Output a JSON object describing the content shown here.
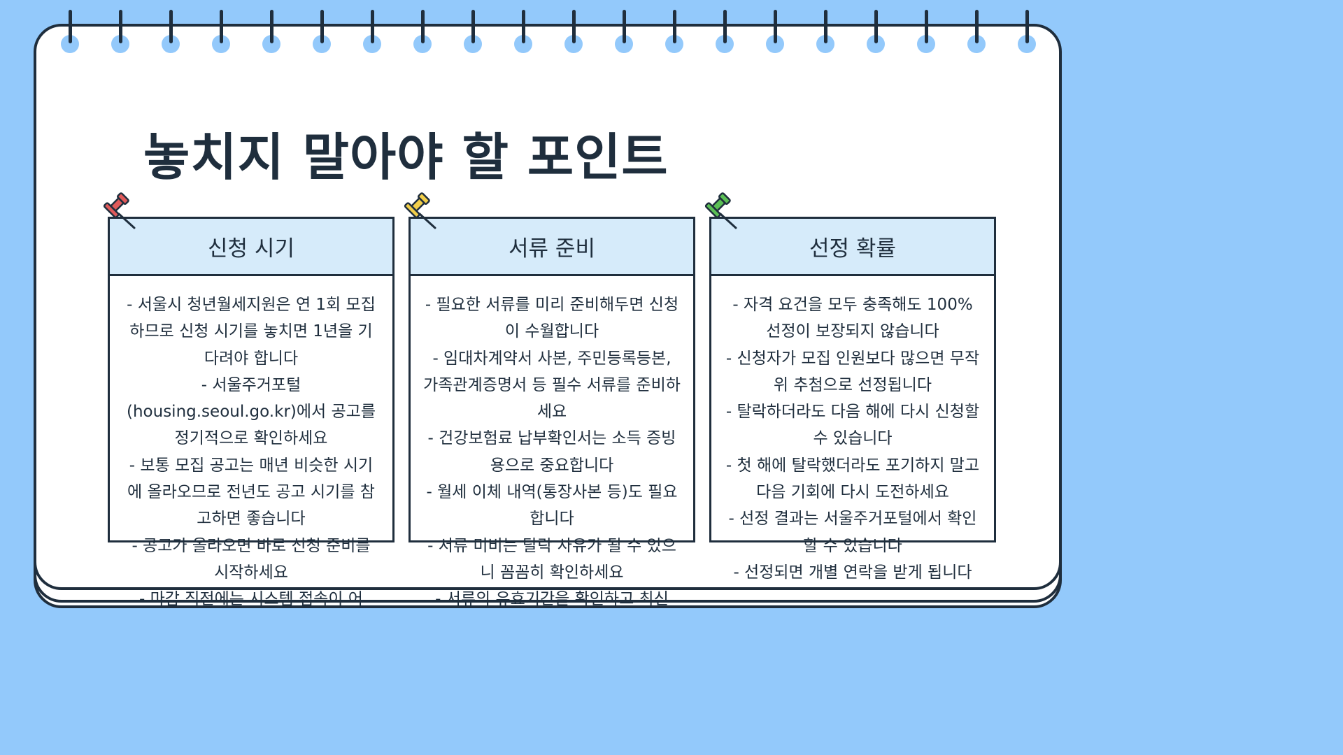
{
  "page": {
    "title": "놓치지 말아야 할 포인트"
  },
  "colors": {
    "background": "#93c9fb",
    "ink": "#1f2e3d",
    "card_header": "#d6ebfa",
    "pin_red": "#e05a5a",
    "pin_yellow": "#f2cf4a",
    "pin_green": "#5bbf55"
  },
  "cards": [
    {
      "heading": "신청 시기",
      "pin_icon": "red-pushpin-icon",
      "lines": [
        "- 서울시 청년월세지원은 연 1회 모집하므로 신청 시기를 놓치면 1년을 기다려야 합니다",
        "- 서울주거포털(housing.seoul.go.kr)에서 공고를 정기적으로 확인하세요",
        "- 보통 모집 공고는 매년 비슷한 시기에 올라오므로 전년도 공고 시기를 참고하면 좋습니다",
        "- 공고가 올라오면 바로 신청 준비를 시작하세요",
        "- 마감 직전에는 시스템 접속이 어"
      ]
    },
    {
      "heading": "서류 준비",
      "pin_icon": "yellow-pushpin-icon",
      "lines": [
        "- 필요한 서류를 미리 준비해두면 신청이 수월합니다",
        "- 임대차계약서 사본, 주민등록등본, 가족관계증명서 등 필수 서류를 준비하세요",
        "- 건강보험료 납부확인서는 소득 증빙용으로 중요합니다",
        "- 월세 이체 내역(통장사본 등)도 필요합니다",
        "- 서류 미비는 탈락 사유가 될 수 있으니 꼼꼼히 확인하세요",
        "- 서류의 유효기간을 확인하고 최신"
      ]
    },
    {
      "heading": "선정 확률",
      "pin_icon": "green-pushpin-icon",
      "lines": [
        "- 자격 요건을 모두 충족해도 100% 선정이 보장되지 않습니다",
        "- 신청자가 모집 인원보다 많으면 무작위 추첨으로 선정됩니다",
        "- 탈락하더라도 다음 해에 다시 신청할 수 있습니다",
        "- 첫 해에 탈락했더라도 포기하지 말고 다음 기회에 다시 도전하세요",
        "- 선정 결과는 서울주거포털에서 확인할 수 있습니다",
        "- 선정되면 개별 연락을 받게 됩니다"
      ]
    }
  ]
}
